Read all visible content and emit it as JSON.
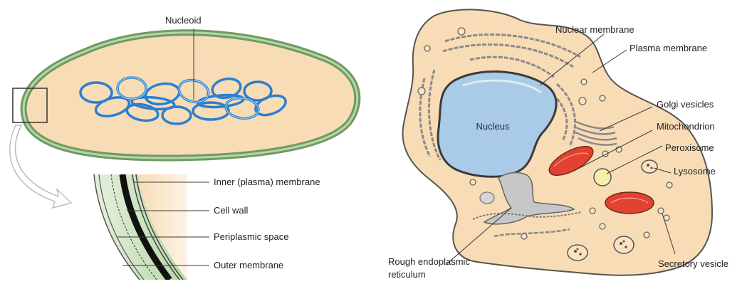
{
  "colors": {
    "cytoplasm": "#f8dcb5",
    "capsule_outer": "#6f9a62",
    "capsule_inner": "#b6d6a6",
    "nucleoid": "#2a7fd0",
    "nucleus_fill": "#a9cbe8",
    "organelle_gray": "#c7c7c7",
    "mitochondria": "#e2422f",
    "peroxisome": "#f4f0a8",
    "vesicle": "#f7e4c2"
  },
  "prokaryote": {
    "nucleoid_label": "Nucleoid",
    "labels": [
      "Inner (plasma) membrane",
      "Cell wall",
      "Periplasmic space",
      "Outer membrane"
    ]
  },
  "eukaryote": {
    "nucleus_label": "Nucleus",
    "nuclear_membrane": "Nuclear membrane",
    "plasma_membrane": "Plasma membrane",
    "golgi": "Golgi vesicles",
    "mitochondrion": "Mitochondrion",
    "peroxisome": "Peroxisome",
    "lysosome": "Lysosome",
    "rer_line1": "Rough endoplasmic",
    "rer_line2": "reticulum",
    "secretory": "Secretory vesicle"
  }
}
